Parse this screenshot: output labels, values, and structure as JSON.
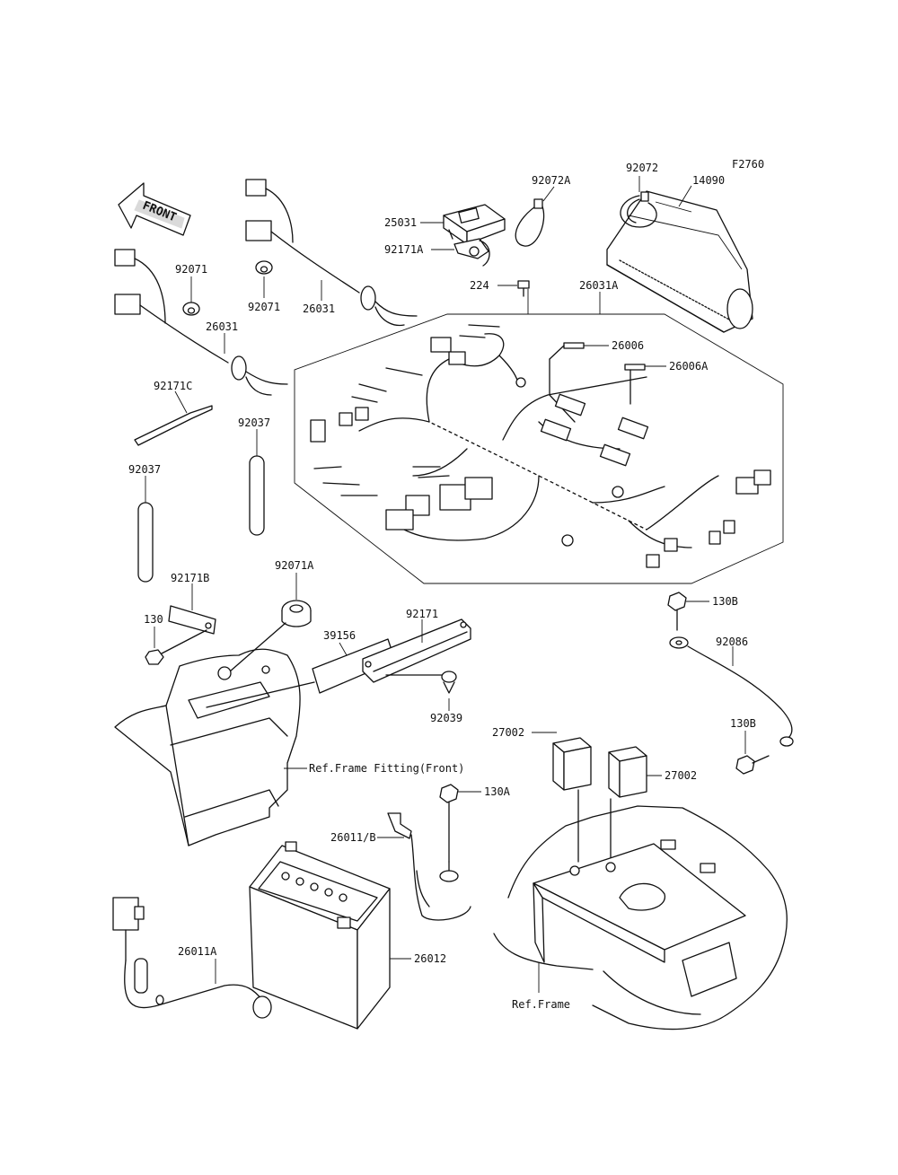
{
  "diagram_id": "F2760",
  "front_arrow_label": "FRONT",
  "callouts": {
    "p14090": "14090",
    "p92072": "92072",
    "p92072A": "92072A",
    "p25031": "25031",
    "p92171A": "92171A",
    "p224": "224",
    "p26031A": "26031A",
    "p26006": "26006",
    "p26006A": "26006A",
    "p92071a": "92071",
    "p92071b": "92071",
    "p26031a": "26031",
    "p26031b": "26031",
    "p92171C": "92171C",
    "p92037a": "92037",
    "p92037b": "92037",
    "p92171B": "92171B",
    "p92071A": "92071A",
    "p130": "130",
    "p39156": "39156",
    "p92171": "92171",
    "p92039": "92039",
    "p130B_top": "130B",
    "p92086": "92086",
    "p130B_bot": "130B",
    "p27002a": "27002",
    "p27002b": "27002",
    "p130A": "130A",
    "p26011B": "26011/B",
    "p26012": "26012",
    "p26011A": "26011A"
  },
  "references": {
    "frame_fitting_front": "Ref.Frame Fitting(Front)",
    "frame": "Ref.Frame"
  }
}
